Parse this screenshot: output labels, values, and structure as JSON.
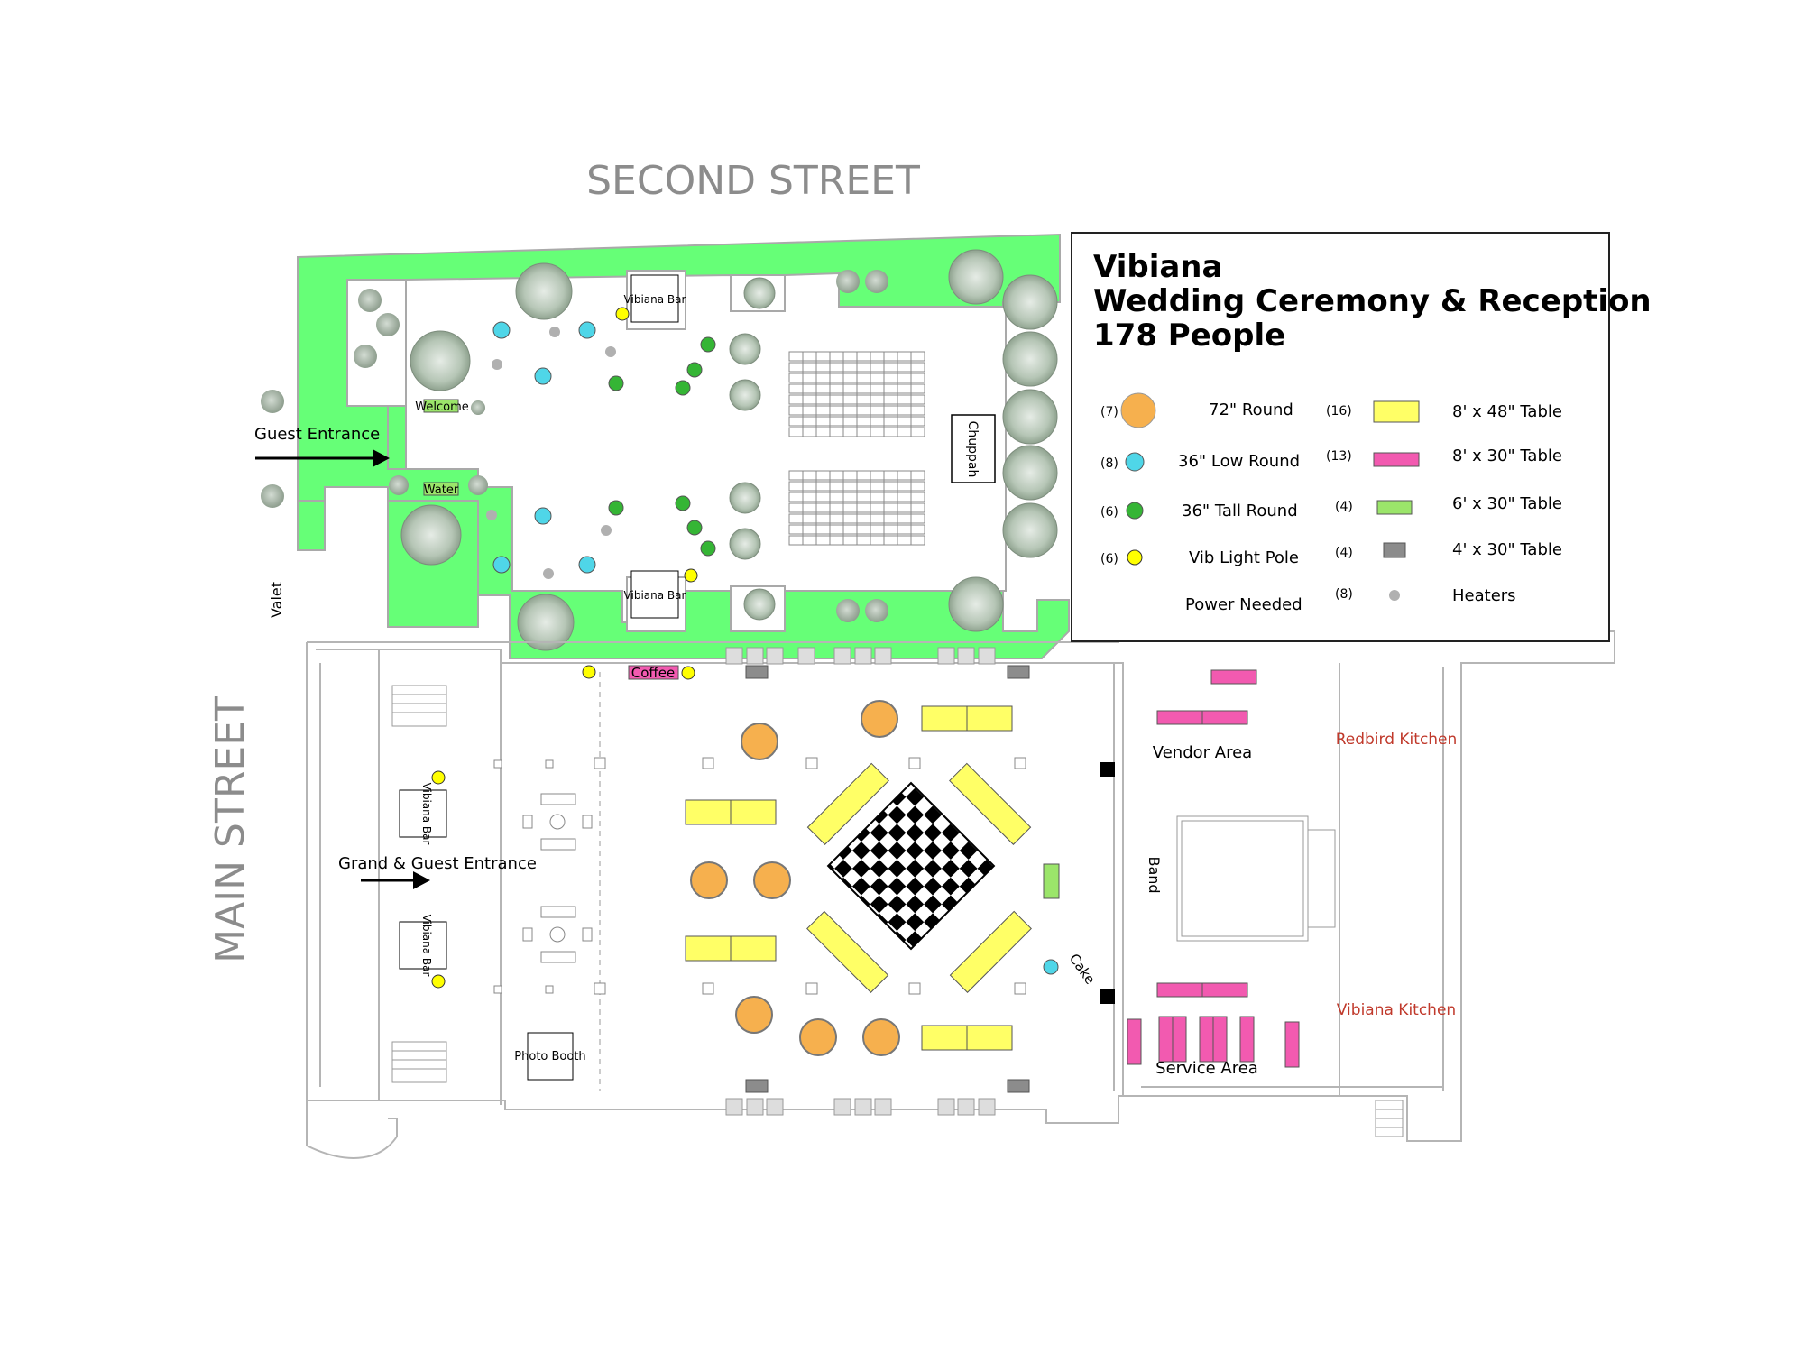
{
  "streets": {
    "north": "SECOND STREET",
    "west": "MAIN STREET"
  },
  "legend": {
    "title_lines": [
      "Vibiana",
      "Wedding Ceremony & Reception",
      "178 People"
    ],
    "items_left": [
      {
        "count": "(7)",
        "label": "72\" Round",
        "color": "#f6b04e",
        "shape": "large-circle"
      },
      {
        "count": "(8)",
        "label": "36\" Low Round",
        "color": "#4fd6e8",
        "shape": "circle"
      },
      {
        "count": "(6)",
        "label": "36\" Tall Round",
        "color": "#35b535",
        "shape": "circle"
      },
      {
        "count": "(6)",
        "label": "Vib Light Pole",
        "color": "#ffff00",
        "shape": "circle"
      },
      {
        "count": "",
        "label": "Power Needed",
        "color": "",
        "shape": "none"
      }
    ],
    "items_right": [
      {
        "count": "(16)",
        "label": "8' x 48\" Table",
        "color": "#ffff66",
        "shape": "rect-large"
      },
      {
        "count": "(13)",
        "label": "8' x 30\" Table",
        "color": "#f25ab0",
        "shape": "rect"
      },
      {
        "count": "(4)",
        "label": "6' x 30\" Table",
        "color": "#9be56a",
        "shape": "rect"
      },
      {
        "count": "(4)",
        "label": "4' x 30\" Table",
        "color": "#8c8c8c",
        "shape": "rect-small"
      },
      {
        "count": "(8)",
        "label": "Heaters",
        "color": "#b0b0b0",
        "shape": "dot"
      }
    ]
  },
  "labels": {
    "guest_entrance": "Guest Entrance",
    "grand_entrance": "Grand & Guest Entrance",
    "valet": "Valet",
    "welcome": "Welcome",
    "water": "Water",
    "coffee": "Coffee",
    "chuppah": "Chuppah",
    "vibiana_bar": "Vibiana Bar",
    "photo_booth": "Photo Booth",
    "vendor_area": "Vendor Area",
    "service_area": "Service Area",
    "band": "Band",
    "cake": "Cake",
    "redbird_kitchen": "Redbird Kitchen",
    "vibiana_kitchen": "Vibiana Kitchen"
  },
  "colors": {
    "lawn": "#66ff77",
    "round72": "#f6b04e",
    "low_round": "#4fd6e8",
    "tall_round": "#35b535",
    "light_pole": "#ffff00",
    "table48": "#ffff66",
    "table30": "#f25ab0",
    "table6": "#9be56a",
    "table4": "#8c8c8c",
    "heater": "#b0b0b0",
    "kitchen_text": "#c0392b",
    "tree": "#b8c9b8"
  }
}
